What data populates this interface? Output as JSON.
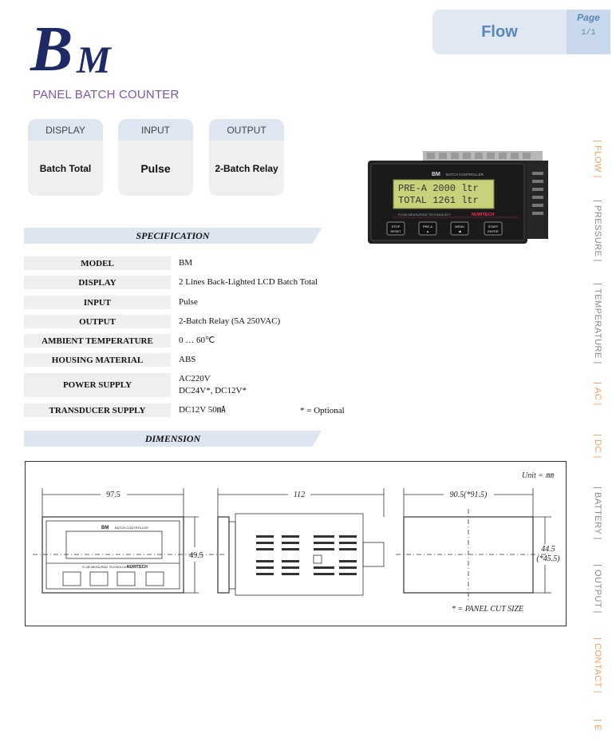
{
  "header": {
    "section": "Flow",
    "page_label": "Page",
    "page_number": "1/1"
  },
  "brand": {
    "letter_b": "B",
    "letter_m": "M",
    "subtitle": "PANEL BATCH COUNTER"
  },
  "cards": [
    {
      "label": "DISPLAY",
      "value": "Batch Total"
    },
    {
      "label": "INPUT",
      "value": "Pulse"
    },
    {
      "label": "OUTPUT",
      "value": "2-Batch Relay"
    }
  ],
  "device": {
    "model_label": "BM",
    "caption": "BATCH CONTROLLER",
    "lcd_line1": "PRE-A   2000 ltr",
    "lcd_line2": "TOTAL   1261 ltr",
    "tagline": "FLOW MEASURING TECHNOLOGY",
    "maker": "NURITECH",
    "buttons": [
      "STOP\nRESET",
      "PRE-A\n▲",
      "MENU\n◀",
      "START\nENTER"
    ]
  },
  "spec": {
    "title": "SPECIFICATION",
    "rows": [
      {
        "key": "MODEL",
        "value": "BM"
      },
      {
        "key": "DISPLAY",
        "value": "2 Lines Back-Lighted LCD Batch Total"
      },
      {
        "key": "INPUT",
        "value": "Pulse"
      },
      {
        "key": "OUTPUT",
        "value": "2-Batch Relay (5A 250VAC)"
      },
      {
        "key": "AMBIENT TEMPERATURE",
        "value": "0 … 60℃"
      },
      {
        "key": "HOUSING MATERIAL",
        "value": "ABS"
      },
      {
        "key": "POWER SUPPLY",
        "value": "AC220V\nDC24V*, DC12V*"
      },
      {
        "key": "TRANSDUCER SUPPLY",
        "value": "DC12V 50㎃"
      }
    ],
    "optional_note": "* = Optional"
  },
  "dimension": {
    "title": "DIMENSION",
    "unit": "Unit = ㎜",
    "width_front": "97.5",
    "height_front": "49.5",
    "depth": "112",
    "cut_width": "90.5(*91.5)",
    "cut_height_1": "44.5",
    "cut_height_2": "(*45.5)",
    "cut_note": "* = PANEL CUT SIZE",
    "drawing_model": "BM",
    "drawing_caption": "BATCH CONTROLLER",
    "drawing_tagline": "FLOW MEASURING TECHNOLOGY",
    "drawing_maker": "NURITECH"
  },
  "nav": [
    {
      "label": "FLOW",
      "active": true
    },
    {
      "label": "PRESSURE",
      "active": false
    },
    {
      "label": "TEMPERATURE",
      "active": false
    },
    {
      "label": "AC",
      "active": true
    },
    {
      "label": "DC",
      "active": true
    },
    {
      "label": "BATTERY",
      "active": false
    },
    {
      "label": "OUTPUT",
      "active": false
    },
    {
      "label": "CONTACT",
      "active": true
    },
    {
      "label": "E",
      "active": true
    }
  ],
  "colors": {
    "brand": "#1d2a66",
    "accent": "#7b57a8",
    "nav_active": "#f0a060",
    "tab": "#dfe8f3",
    "lcd": "#c8d27a"
  }
}
